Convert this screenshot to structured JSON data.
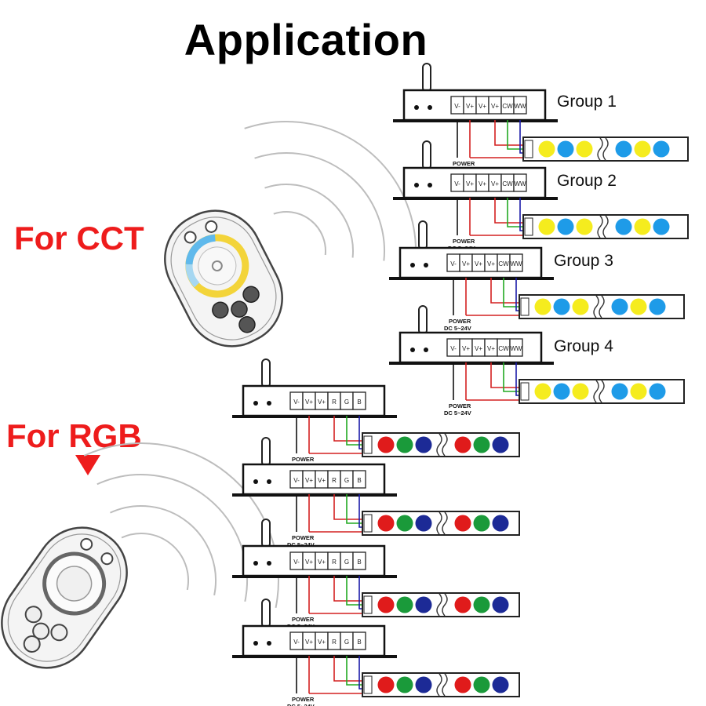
{
  "title": "Application",
  "cct_section": {
    "label": "For CCT"
  },
  "rgb_section": {
    "label": "For RGB"
  },
  "cct_groups": [
    "Group 1",
    "Group 2",
    "Group 3",
    "Group 4"
  ],
  "terminals": {
    "cct": [
      "V-",
      "V+",
      "V+",
      "V+",
      "CW",
      "WW"
    ],
    "rgb": [
      "V-",
      "V+",
      "V+",
      "R",
      "G",
      "B"
    ]
  },
  "power": {
    "line1": "POWER",
    "line2": "DC 5~24V"
  },
  "colors": {
    "red": "#ee1c1c",
    "wire_red": "#d42020",
    "wire_green": "#22aa22",
    "wire_blue": "#1a1aa8",
    "led_yellow": "#f5ec1e",
    "led_blue": "#1e9be8",
    "led_red": "#e01b1b",
    "led_green": "#1a9a3a",
    "led_navy": "#1c2a96",
    "wave_gray": "#bdbdbd"
  }
}
